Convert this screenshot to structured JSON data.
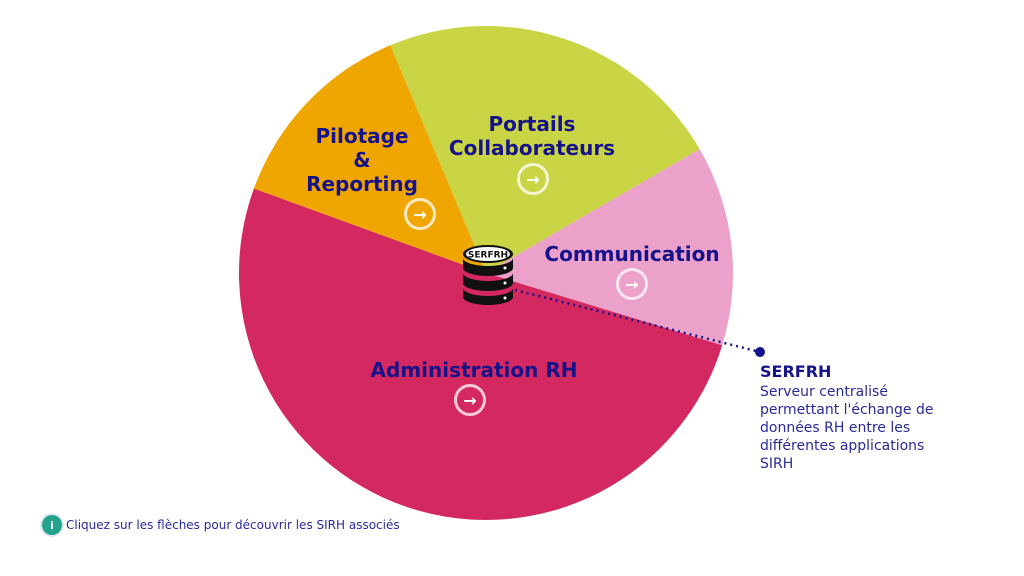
{
  "chart_data": {
    "type": "pie",
    "start_angle_deg": -112.8,
    "slices": [
      {
        "name": "Portails Collaborateurs",
        "label_lines": [
          "Portails",
          "Collaborateurs"
        ],
        "degrees": 82.7,
        "color": "#c9d544"
      },
      {
        "name": "Communication",
        "label_lines": [
          "Communication"
        ],
        "degrees": 47.1,
        "color": "#eba1c9"
      },
      {
        "name": "Administration RH",
        "label_lines": [
          "Administration RH"
        ],
        "degrees": 183,
        "color": "#d42861"
      },
      {
        "name": "Pilotage & Reporting",
        "label_lines": [
          "Pilotage",
          "&",
          "Reporting"
        ],
        "degrees": 47.2,
        "color": "#f0a600"
      }
    ]
  },
  "labels": {
    "portails": "Portails\nCollaborateurs",
    "communication": "Communication",
    "administration": "Administration RH",
    "pilotage": "Pilotage\n&\nReporting"
  },
  "arrow_glyph": "→",
  "server_label": "SERFRH",
  "callout": {
    "title": "SERFRH",
    "text": "Serveur centralisé permettant l'échange de données RH entre les différentes applications SIRH",
    "color": "#16128a"
  },
  "hint": {
    "icon": "i",
    "text": "Cliquez sur les flèches pour découvrir les SIRH associés"
  }
}
